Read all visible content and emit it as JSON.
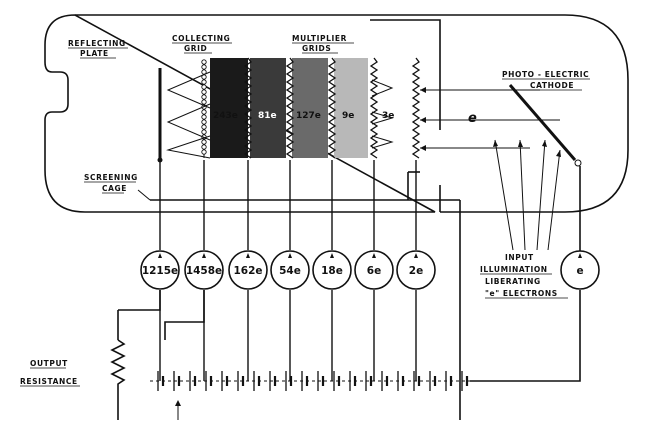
{
  "labels": {
    "reflecting_plate": [
      "REFLECTING",
      "PLATE"
    ],
    "collecting_grid": [
      "COLLECTING",
      "GRID"
    ],
    "multiplier_grids": [
      "MULTIPLIER",
      "GRIDS"
    ],
    "photo_electric_cathode": [
      "PHOTO - ELECTRIC",
      "CATHODE"
    ],
    "screening_cage": [
      "SCREENING",
      "CAGE"
    ],
    "input_illumination": [
      "INPUT",
      "ILLUMINATION",
      "LIBERATING",
      "\"e\" ELECTRONS"
    ],
    "output_resistance": [
      "OUTPUT",
      "RESISTANCE"
    ]
  },
  "beam_labels": [
    "243e",
    "81e",
    "127e",
    "9e",
    "3e",
    "e"
  ],
  "meters": [
    "1215e",
    "1458e",
    "162e",
    "54e",
    "18e",
    "6e",
    "2e",
    "e"
  ]
}
